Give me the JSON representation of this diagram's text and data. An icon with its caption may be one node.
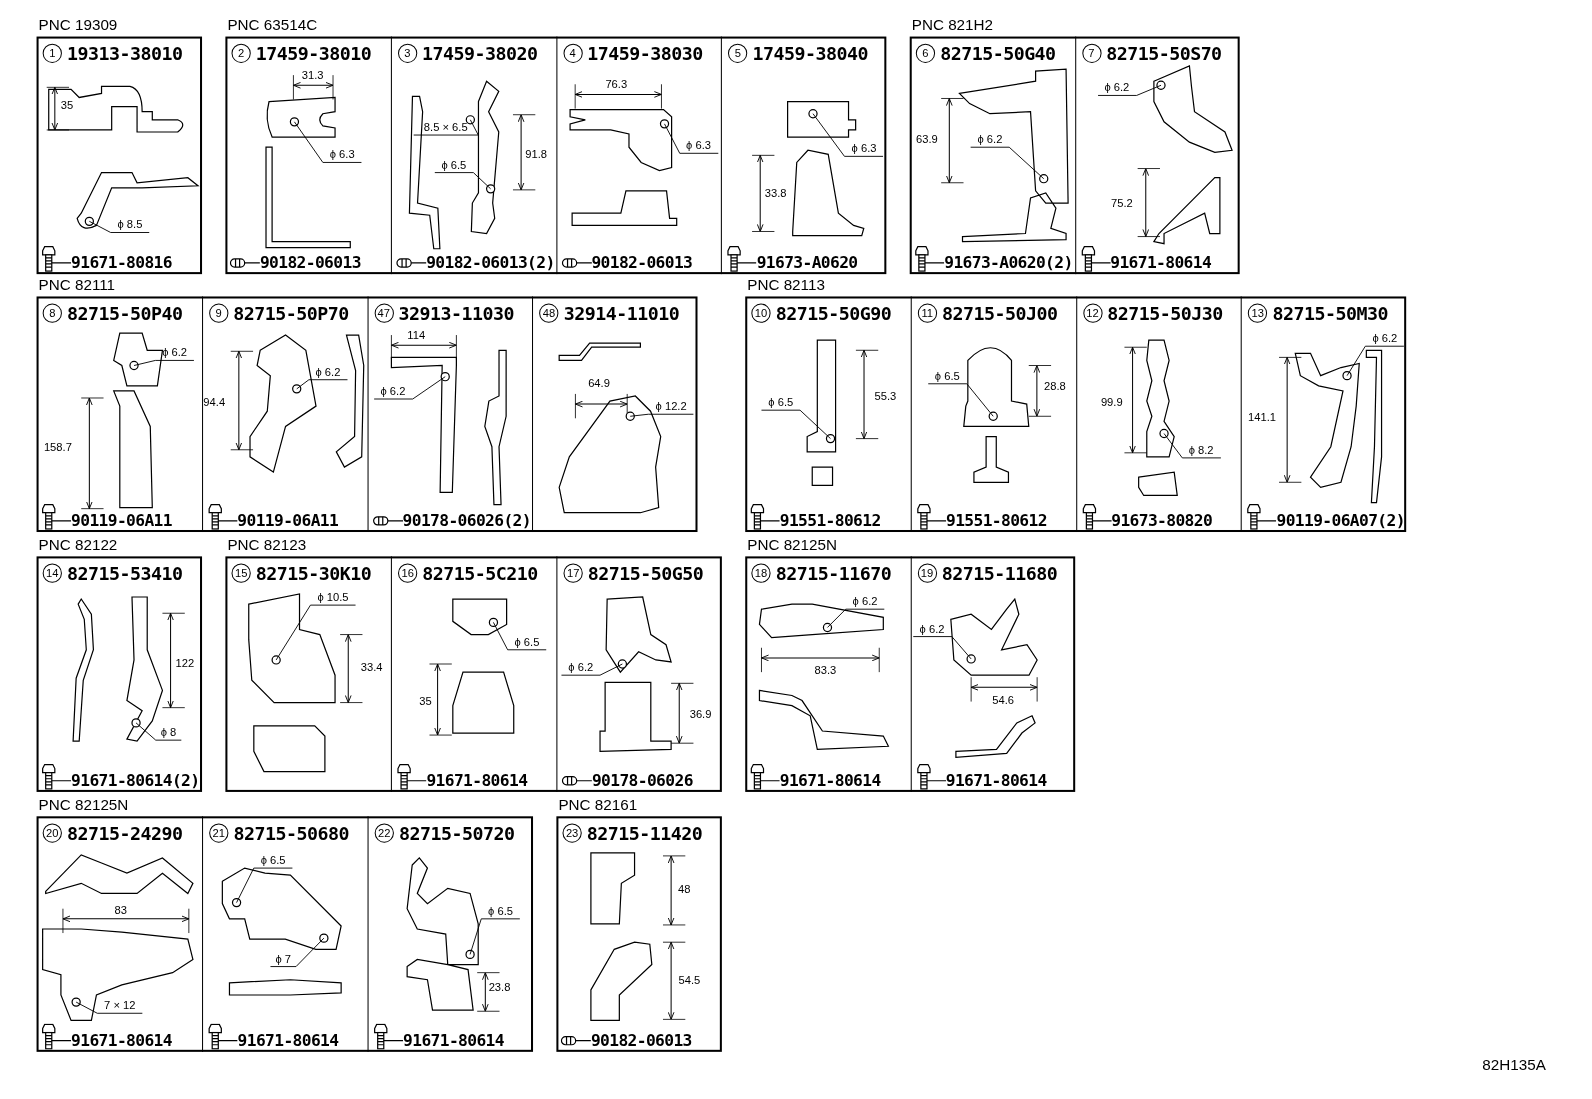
{
  "diagram": {
    "nodes": [
      {
        "text": [
          "PNC 19309"
        ]
      },
      {
        "text": [
          "1",
          "19313-38010",
          "35",
          "ϕ 8.5",
          "91671-80816"
        ],
        "in": 0
      },
      {
        "text": [
          "PNC 63514C"
        ]
      },
      {
        "text": [
          "2",
          "17459-38010",
          "31.3",
          "ϕ 6.3",
          "90182-06013"
        ],
        "in": 2
      },
      {
        "text": [
          "3",
          "17459-38020",
          "8.5 × 6.5",
          "ϕ 6.5",
          "91.8",
          "90182-06013(2)"
        ],
        "in": 2
      },
      {
        "text": [
          "4",
          "17459-38030",
          "76.3",
          "ϕ 6.3",
          "90182-06013"
        ],
        "in": 2
      },
      {
        "text": [
          "5",
          "17459-38040",
          "33.8",
          "ϕ 6.3",
          "91673-A0620"
        ],
        "in": 2
      },
      {
        "text": [
          "PNC 821H2"
        ]
      },
      {
        "text": [
          "6",
          "82715-50G40",
          "63.9",
          "ϕ 6.2",
          "91673-A0620(2)"
        ],
        "in": 7
      },
      {
        "text": [
          "7",
          "82715-50S70",
          "ϕ 6.2",
          "75.2",
          "91671-80614"
        ],
        "in": 7
      },
      {
        "text": [
          "PNC 82111"
        ]
      },
      {
        "text": [
          "8",
          "82715-50P40",
          "ϕ 6.2",
          "158.7",
          "90119-06A11"
        ],
        "in": 10
      },
      {
        "text": [
          "9",
          "82715-50P70",
          "94.4",
          "ϕ 6.2",
          "90119-06A11"
        ],
        "in": 10
      },
      {
        "text": [
          "47",
          "32913-11030",
          "114",
          "ϕ 6.2",
          "90178-06026(2)"
        ],
        "in": 10
      },
      {
        "text": [
          "48",
          "32914-11010",
          "64.9",
          "ϕ 12.2"
        ],
        "in": 10
      },
      {
        "text": [
          "PNC 82113"
        ]
      },
      {
        "text": [
          "10",
          "82715-50G90",
          "ϕ 6.5",
          "55.3",
          "91551-80612"
        ],
        "in": 15
      },
      {
        "text": [
          "11",
          "82715-50J00",
          "ϕ 6.5",
          "28.8",
          "91551-80612"
        ],
        "in": 15
      },
      {
        "text": [
          "12",
          "82715-50J30",
          "99.9",
          "ϕ 8.2",
          "91673-80820"
        ],
        "in": 15
      },
      {
        "text": [
          "13",
          "82715-50M30",
          "ϕ 6.2",
          "141.1",
          "90119-06A07(2)"
        ],
        "in": 15
      },
      {
        "text": [
          "PNC 82122"
        ]
      },
      {
        "text": [
          "14",
          "82715-53410",
          "122",
          "ϕ 8",
          "91671-80614(2)"
        ],
        "in": 20
      },
      {
        "text": [
          "PNC 82123"
        ]
      },
      {
        "text": [
          "15",
          "82715-30K10",
          "ϕ 10.5",
          "33.4"
        ],
        "in": 22
      },
      {
        "text": [
          "16",
          "82715-5C210",
          "ϕ 6.5",
          "35",
          "91671-80614"
        ],
        "in": 22
      },
      {
        "text": [
          "17",
          "82715-50G50",
          "ϕ 6.2",
          "36.9",
          "90178-06026"
        ],
        "in": 22
      },
      {
        "text": [
          "PNC 82125N"
        ]
      },
      {
        "text": [
          "18",
          "82715-11670",
          "ϕ 6.2",
          "83.3",
          "91671-80614"
        ],
        "in": 26
      },
      {
        "text": [
          "19",
          "82715-11680",
          "ϕ 6.2",
          "54.6",
          "91671-80614"
        ],
        "in": 26
      },
      {
        "text": [
          "PNC 82125N"
        ]
      },
      {
        "text": [
          "20",
          "82715-24290",
          "83",
          "7 × 12",
          "91671-80614"
        ],
        "in": 29
      },
      {
        "text": [
          "21",
          "82715-50680",
          "ϕ 6.5",
          "ϕ 7",
          "91671-80614"
        ],
        "in": 29
      },
      {
        "text": [
          "22",
          "82715-50720",
          "ϕ 6.5",
          "23.8",
          "91671-80614"
        ],
        "in": 29
      },
      {
        "text": [
          "PNC 82161"
        ]
      },
      {
        "text": [
          "23",
          "82715-11420",
          "48",
          "54.5",
          "90182-06013"
        ],
        "in": 33
      }
    ],
    "labels": [
      "82H135A"
    ]
  }
}
